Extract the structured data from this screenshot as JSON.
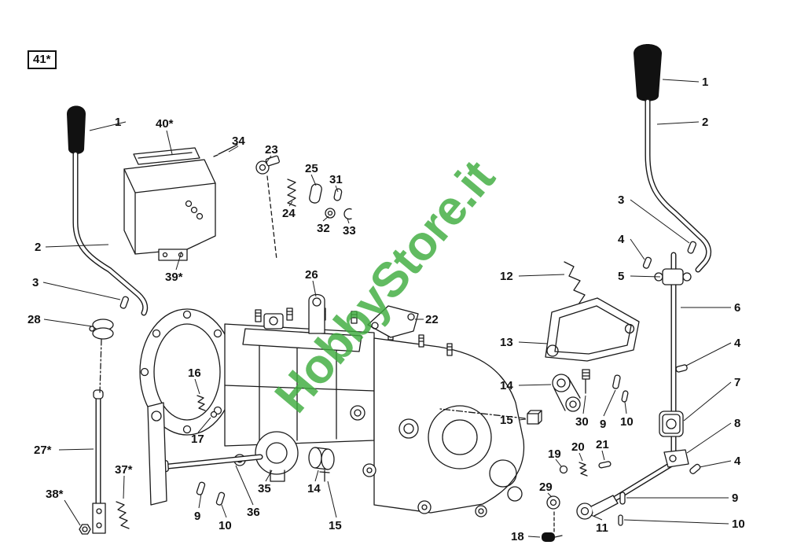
{
  "figure": {
    "code": "41*",
    "watermark": "HobbyStore.it",
    "watermark_color": "#3eac3e",
    "line_color": "#1a1a1a",
    "background_color": "#ffffff"
  },
  "callouts": [
    {
      "label": "1"
    },
    {
      "label": "40*"
    },
    {
      "label": "34"
    },
    {
      "label": "23"
    },
    {
      "label": "25"
    },
    {
      "label": "31"
    },
    {
      "label": "24"
    },
    {
      "label": "32"
    },
    {
      "label": "33"
    },
    {
      "label": "2"
    },
    {
      "label": "3"
    },
    {
      "label": "28"
    },
    {
      "label": "39*"
    },
    {
      "label": "26"
    },
    {
      "label": "22"
    },
    {
      "label": "12"
    },
    {
      "label": "13"
    },
    {
      "label": "14"
    },
    {
      "label": "15"
    },
    {
      "label": "16"
    },
    {
      "label": "17"
    },
    {
      "label": "30"
    },
    {
      "label": "9"
    },
    {
      "label": "10"
    },
    {
      "label": "19"
    },
    {
      "label": "20"
    },
    {
      "label": "21"
    },
    {
      "label": "27*"
    },
    {
      "label": "37*"
    },
    {
      "label": "38*"
    },
    {
      "label": "35"
    },
    {
      "label": "14"
    },
    {
      "label": "36"
    },
    {
      "label": "9"
    },
    {
      "label": "10"
    },
    {
      "label": "15"
    },
    {
      "label": "29"
    },
    {
      "label": "18"
    },
    {
      "label": "11"
    },
    {
      "label": "1"
    },
    {
      "label": "2"
    },
    {
      "label": "3"
    },
    {
      "label": "4"
    },
    {
      "label": "5"
    },
    {
      "label": "6"
    },
    {
      "label": "4"
    },
    {
      "label": "7"
    },
    {
      "label": "8"
    },
    {
      "label": "4"
    },
    {
      "label": "9"
    },
    {
      "label": "10"
    }
  ]
}
